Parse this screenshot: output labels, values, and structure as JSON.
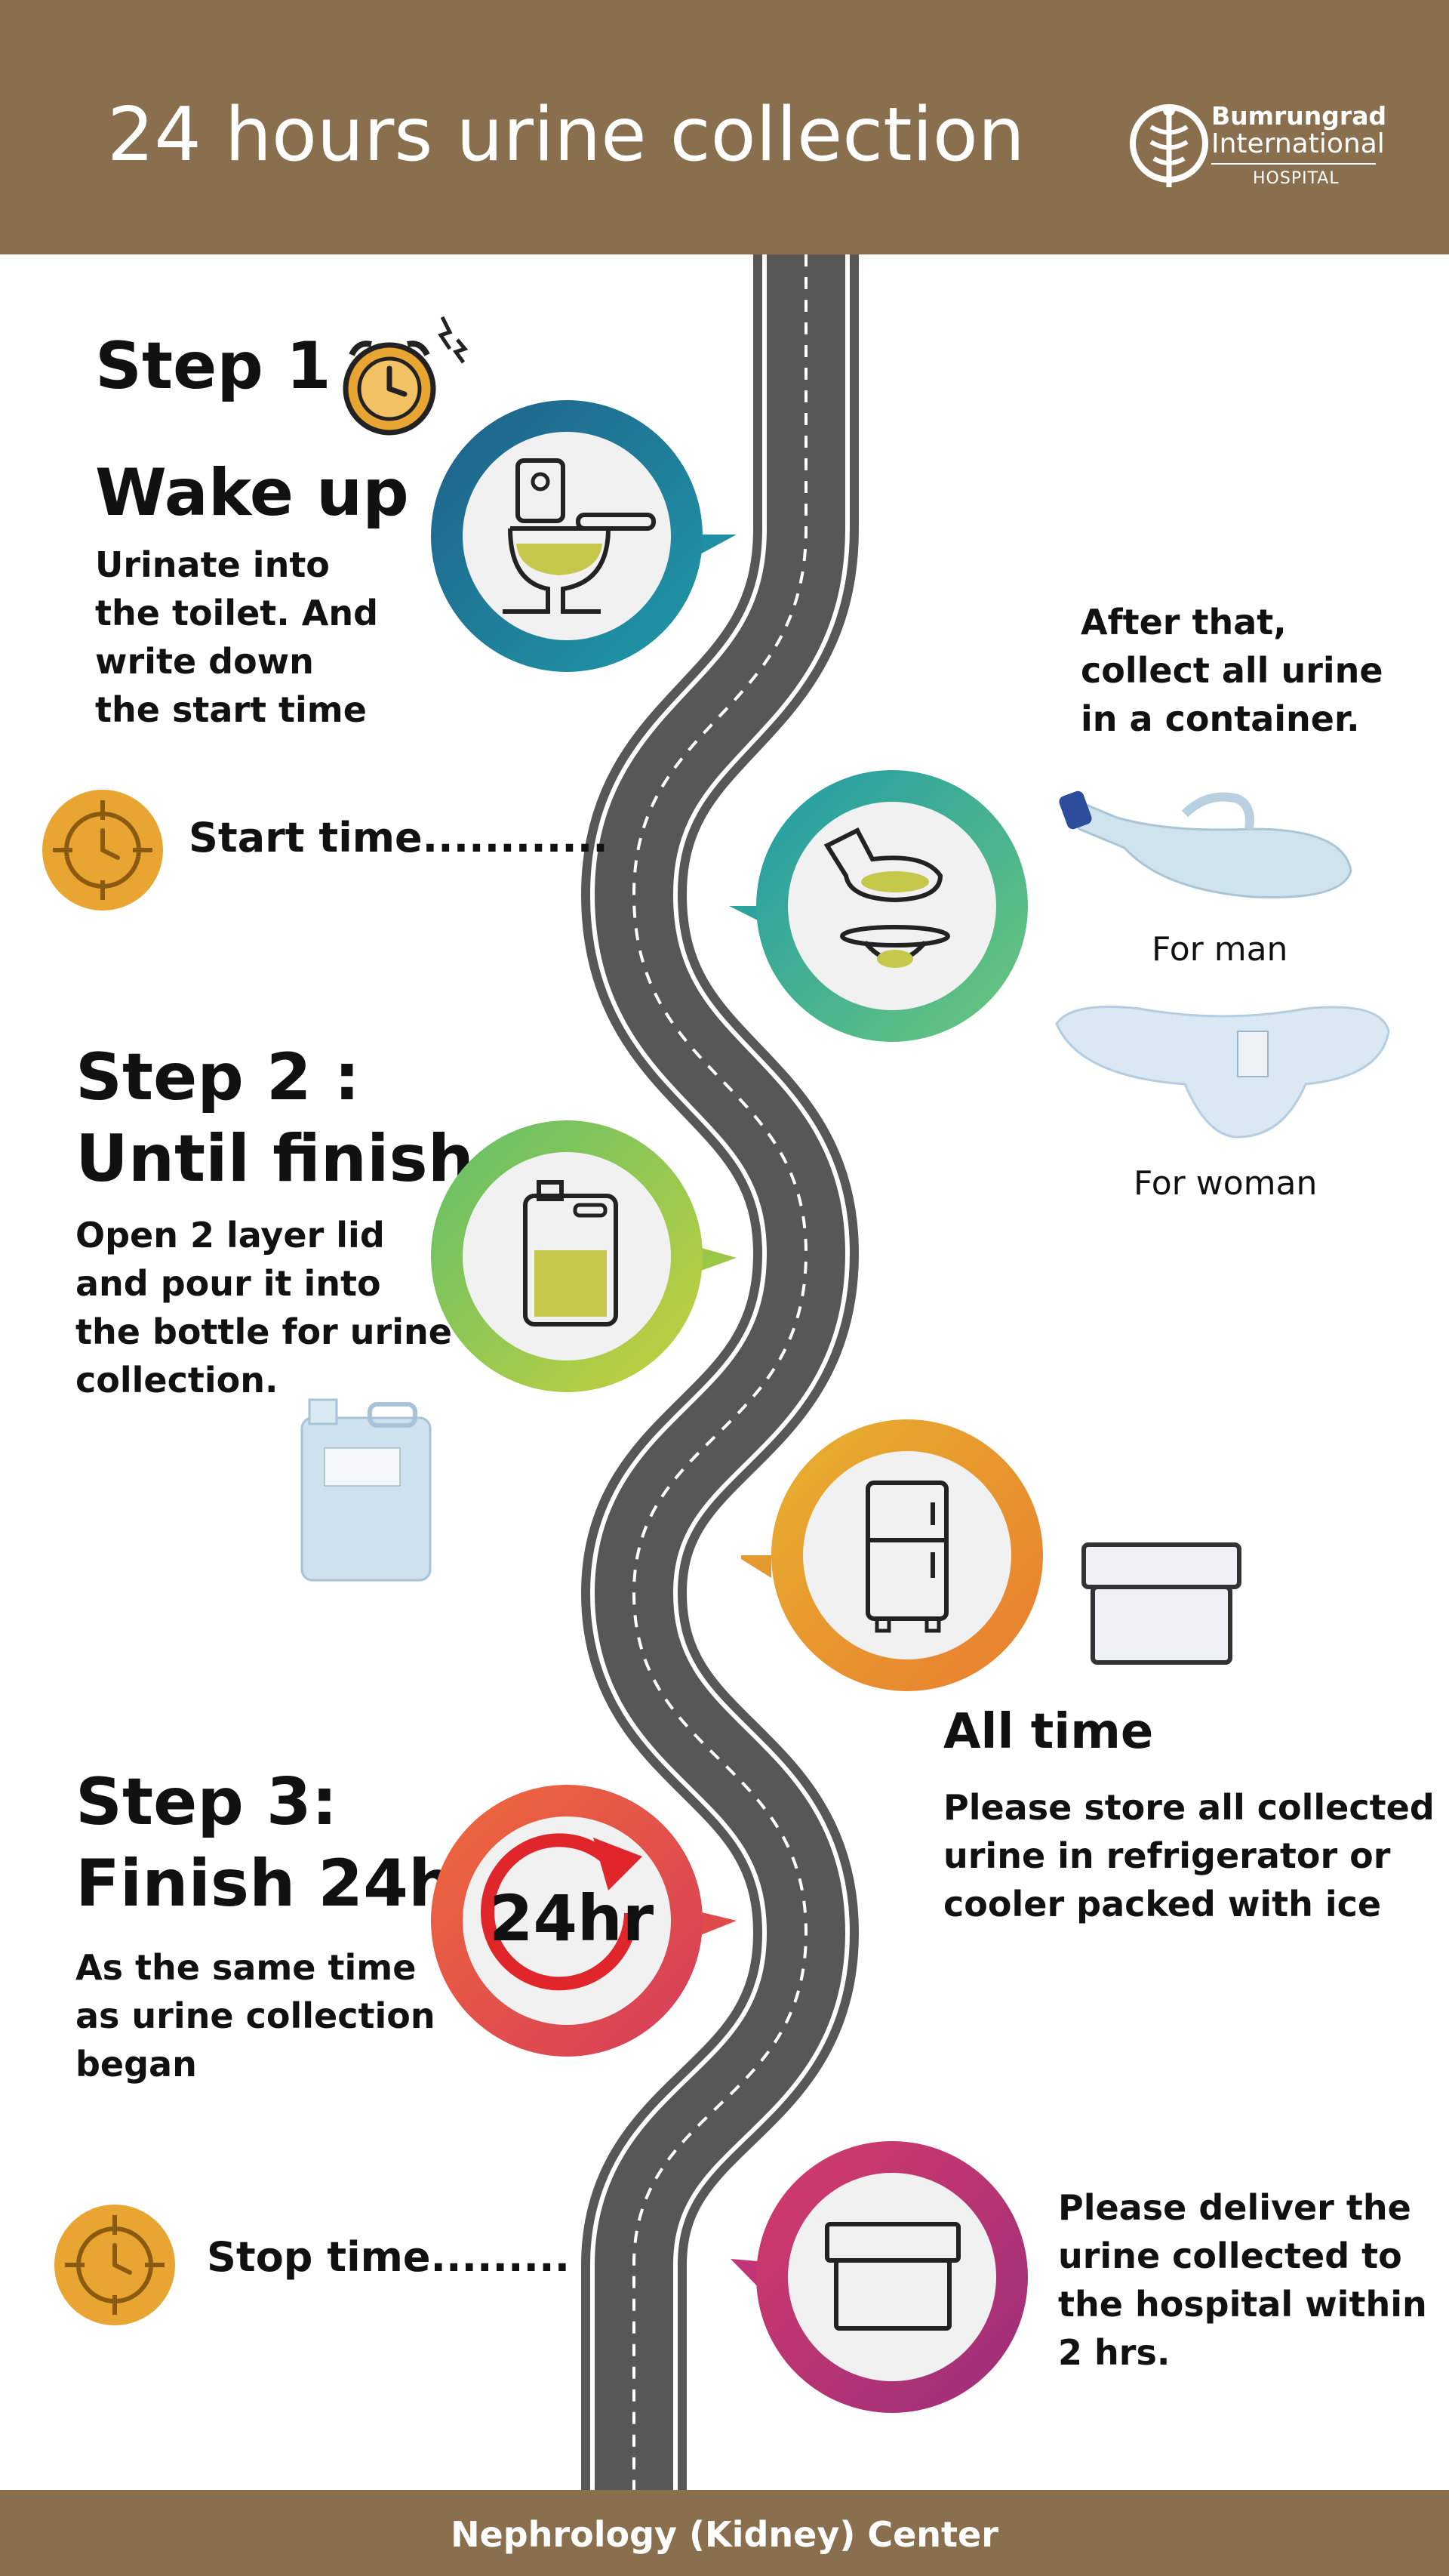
{
  "header": {
    "title": "24 hours urine collection",
    "logo": {
      "line1": "Bumrungrad",
      "line2": "International",
      "line3": "HOSPITAL"
    }
  },
  "steps": {
    "step1": {
      "heading": "Step 1 :",
      "subheading": "Wake up",
      "body": [
        "Urinate into",
        "the toilet.  And",
        "write down",
        "the start time"
      ],
      "icon": "alarm-clock-icon"
    },
    "start_time_label": "Start time............",
    "collect": {
      "body": [
        "After that,",
        "collect all urine",
        "in a container."
      ],
      "for_man": "For man",
      "for_woman": "For woman"
    },
    "step2": {
      "heading": "Step 2 :",
      "subheading": "Until finish",
      "body": [
        "Open 2 layer lid",
        "and pour it into",
        "the bottle for urine",
        "collection."
      ]
    },
    "store": {
      "heading": "All time",
      "body": [
        "Please store all collected",
        "urine in refrigerator or",
        "cooler packed with ice"
      ]
    },
    "step3": {
      "heading": "Step 3:",
      "subheading": "Finish 24hr",
      "body": [
        "As the same time",
        "as urine collection",
        "began"
      ],
      "badge": "24hr"
    },
    "stop_time_label": "Stop time.........",
    "deliver": {
      "body": [
        "Please deliver the",
        "urine collected to",
        "the hospital within",
        "2 hrs."
      ]
    }
  },
  "footer": {
    "text": "Nephrology (Kidney) Center"
  },
  "colors": {
    "brown": "#8a6f4e",
    "road": "#575757",
    "orange": "#e8a532",
    "teal": "#1e6f8e",
    "green": "#8cc63f",
    "red": "#e03a3e",
    "magenta": "#b8307a"
  }
}
